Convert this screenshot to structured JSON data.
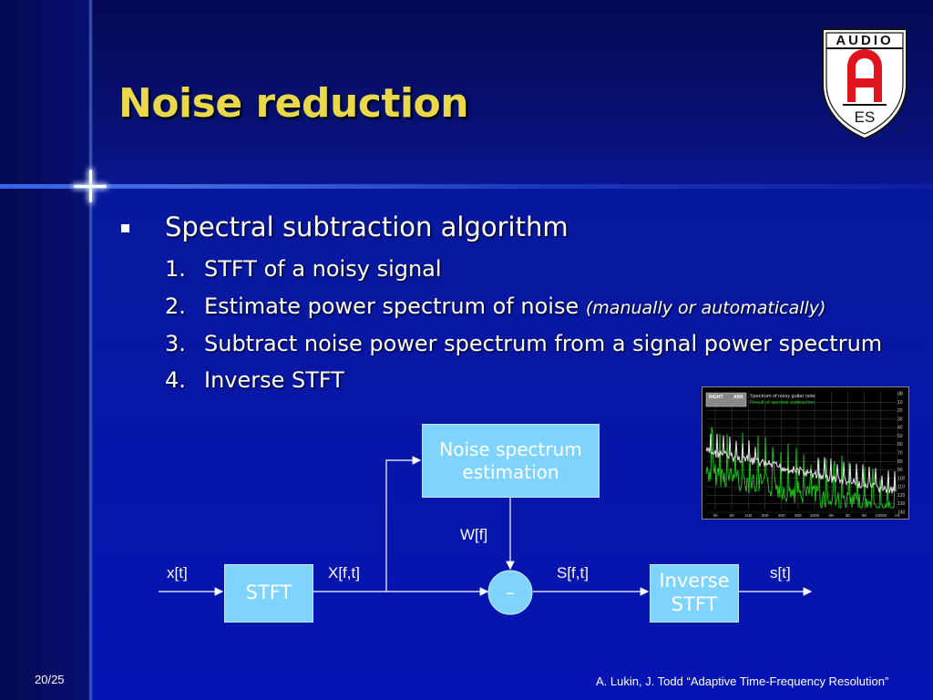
{
  "slide": {
    "title": "Noise reduction",
    "bullet": "Spectral subtraction algorithm",
    "steps": [
      {
        "num": "1.",
        "text": "STFT of a noisy signal",
        "note": ""
      },
      {
        "num": "2.",
        "text": "Estimate power spectrum of noise ",
        "note": "(manually or automatically)"
      },
      {
        "num": "3.",
        "text": "Subtract noise power spectrum from a signal power spectrum",
        "note": ""
      },
      {
        "num": "4.",
        "text": "Inverse STFT",
        "note": ""
      }
    ],
    "page": "20/25",
    "citation": "A. Lukin, J. Todd “Adaptive Time-Frequency Resolution”"
  },
  "logo": {
    "top_text": "AUDIO",
    "bottom_text": "ES",
    "colors": {
      "red": "#e0141c",
      "white": "#ffffff"
    }
  },
  "diagram": {
    "nodes": {
      "noise_est": "Noise spectrum\nestimation",
      "stft": "STFT",
      "minus": "–",
      "istft": "Inverse\nSTFT"
    },
    "signals": {
      "x": "x[t]",
      "X": "X[f,t]",
      "W": "W[f]",
      "S": "S[f,t]",
      "s": "s[t]"
    },
    "colors": {
      "box": "#7fd3ff",
      "line": "#ffffff"
    }
  },
  "thumbnail": {
    "legend": [
      "Spectrum of noisy guitar note",
      "Result of spectral subtraction"
    ],
    "x_ticks": [
      "30",
      "50",
      "100",
      "200",
      "300",
      "500",
      "1000",
      "2K",
      "3K",
      "5K",
      "10000",
      "Hz"
    ],
    "y_ticks": [
      "dB",
      "10",
      "20",
      "30",
      "40",
      "50",
      "60",
      "70",
      "80",
      "90",
      "100",
      "110",
      "120",
      "130",
      "140"
    ],
    "badge": [
      "RIGHT",
      "ARK"
    ],
    "colors": {
      "noisy": "#e6e6e6",
      "result": "#19d219"
    }
  }
}
